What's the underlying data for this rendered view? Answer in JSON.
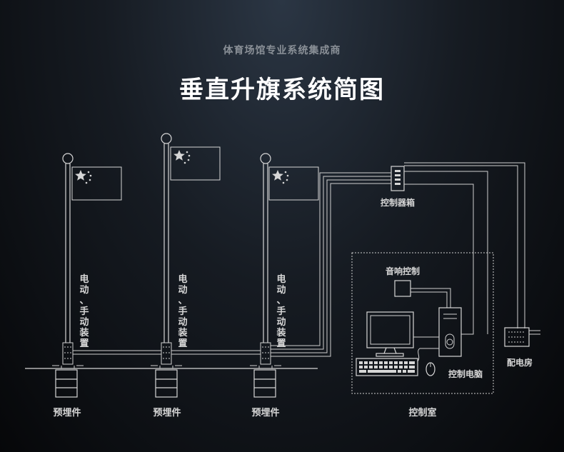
{
  "header": {
    "subtitle": "体育场馆专业系统集成商",
    "title": "垂直升旗系统简图"
  },
  "labels": {
    "device_label": "电动、手动装置",
    "embedded_part": "预埋件",
    "control_box": "控制器箱",
    "audio_control": "音响控制",
    "control_computer": "控制电脑",
    "control_room": "控制室",
    "power_room": "配电房"
  }
}
